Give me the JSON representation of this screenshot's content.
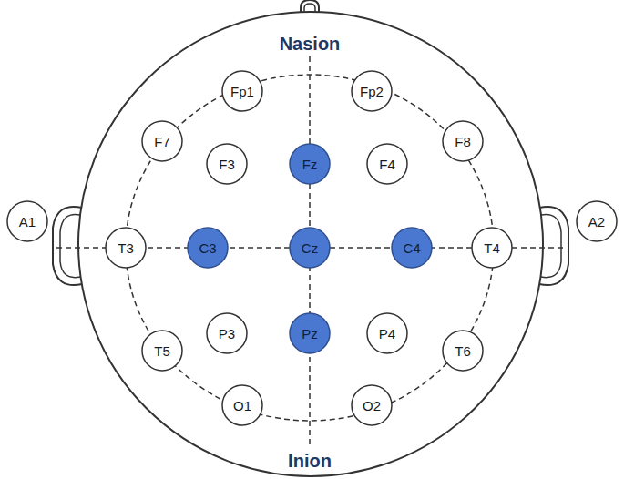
{
  "diagram": {
    "nodes": [
      {
        "text": [
          "Fp1"
        ]
      },
      {
        "text": [
          "Fp2"
        ]
      },
      {
        "text": [
          "F7"
        ]
      },
      {
        "text": [
          "F3"
        ]
      },
      {
        "text": [
          "Fz"
        ]
      },
      {
        "text": [
          "F4"
        ]
      },
      {
        "text": [
          "F8"
        ]
      },
      {
        "text": [
          "A1"
        ]
      },
      {
        "text": [
          "T3"
        ]
      },
      {
        "text": [
          "C3"
        ]
      },
      {
        "text": [
          "Cz"
        ]
      },
      {
        "text": [
          "C4"
        ]
      },
      {
        "text": [
          "T4"
        ]
      },
      {
        "text": [
          "A2"
        ]
      },
      {
        "text": [
          "T5"
        ]
      },
      {
        "text": [
          "P3"
        ]
      },
      {
        "text": [
          "Pz"
        ]
      },
      {
        "text": [
          "P4"
        ]
      },
      {
        "text": [
          "T6"
        ]
      },
      {
        "text": [
          "O1"
        ]
      },
      {
        "text": [
          "O2"
        ]
      }
    ],
    "labels": [
      "Nasion",
      "Inion"
    ]
  }
}
